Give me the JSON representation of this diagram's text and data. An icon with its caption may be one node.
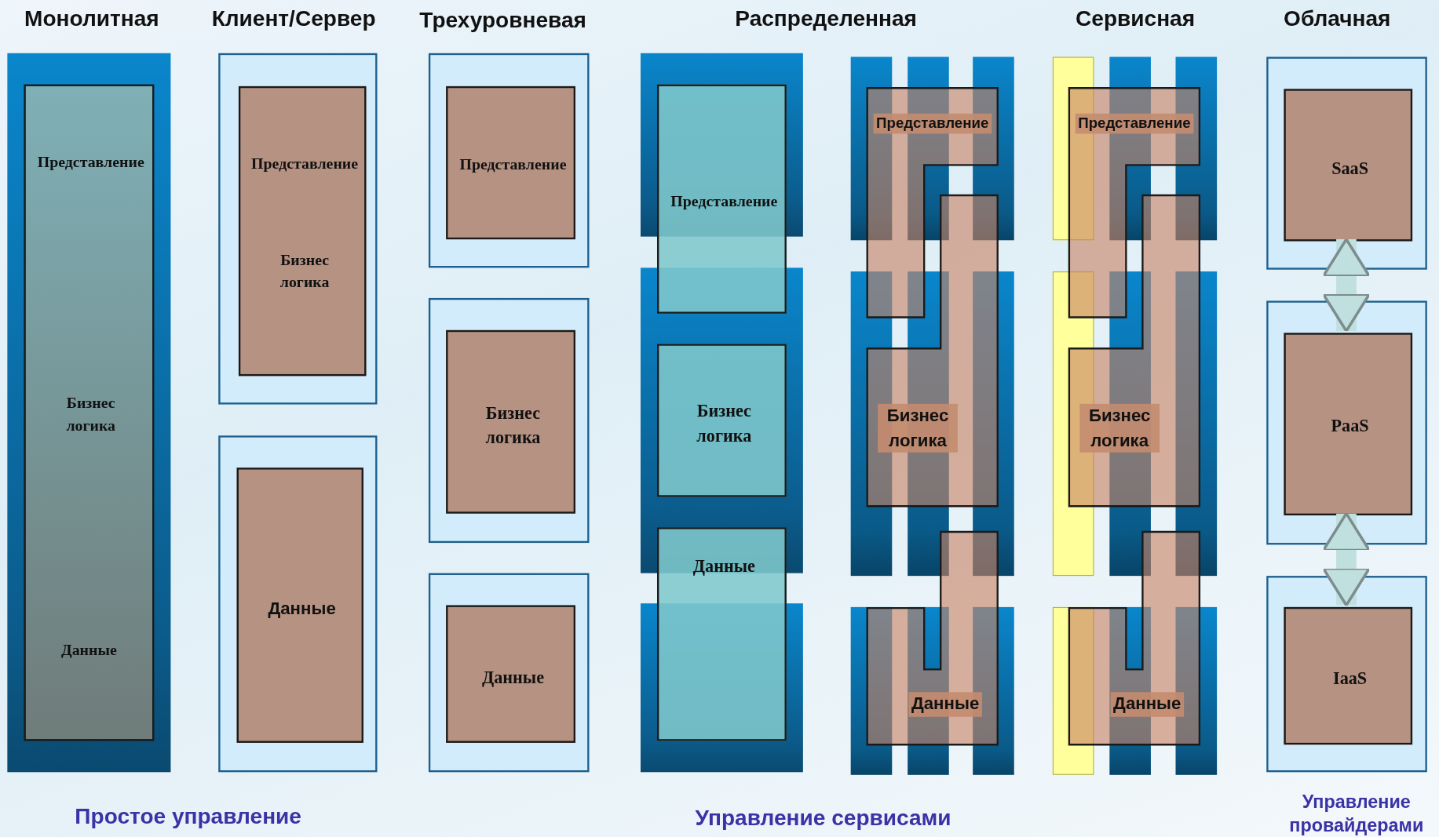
{
  "diagram": {
    "nodes": [
      {
        "text": [],
        "shape": "box"
      },
      {
        "text": [
          "Представление",
          "Бизнес логика",
          "Данные"
        ],
        "in": 0
      },
      {
        "text": [],
        "shape": "box"
      },
      {
        "text": [
          "Представление",
          "Бизнес логика"
        ],
        "in": 2
      },
      {
        "text": [],
        "shape": "box"
      },
      {
        "text": [
          "Данные"
        ],
        "in": 4
      },
      {
        "text": [],
        "shape": "box"
      },
      {
        "text": [
          "Представление"
        ],
        "in": 6
      },
      {
        "text": [],
        "shape": "box"
      },
      {
        "text": [
          "Бизнес логика"
        ],
        "in": 8
      },
      {
        "text": [],
        "shape": "box"
      },
      {
        "text": [
          "Данные"
        ],
        "in": 10
      },
      {
        "text": [],
        "shape": "box"
      },
      {
        "text": [],
        "shape": "box"
      },
      {
        "text": [],
        "shape": "box"
      },
      {
        "text": [
          "Представление"
        ]
      },
      {
        "text": [
          "Бизнес логика"
        ],
        "in": 13
      },
      {
        "text": [
          "Данные"
        ]
      },
      {
        "text": [
          "Представление"
        ]
      },
      {
        "text": [
          "Бизнес логика"
        ]
      },
      {
        "text": [
          "Данные"
        ]
      },
      {
        "text": [
          "Представление"
        ]
      },
      {
        "text": [
          "Бизнес логика"
        ]
      },
      {
        "text": [
          "Данные"
        ]
      },
      {
        "text": [],
        "shape": "box"
      },
      {
        "text": [
          "SaaS"
        ],
        "in": 24
      },
      {
        "text": [],
        "shape": "box"
      },
      {
        "text": [
          "PaaS"
        ],
        "in": 26
      },
      {
        "text": [],
        "shape": "box"
      },
      {
        "text": [
          "IaaS"
        ],
        "in": 28
      }
    ],
    "edges": [
      {
        "from": 25,
        "to": 27,
        "arrow": "both"
      },
      {
        "from": 27,
        "to": 29,
        "arrow": "both"
      }
    ],
    "labels": [
      "Монолитная",
      "Клиент/Сервер",
      "Трехуровневая",
      "Распределенная",
      "Сервисная",
      "Облачная",
      "Простое управление",
      "Управление сервисами",
      "Управление провайдерами"
    ]
  }
}
